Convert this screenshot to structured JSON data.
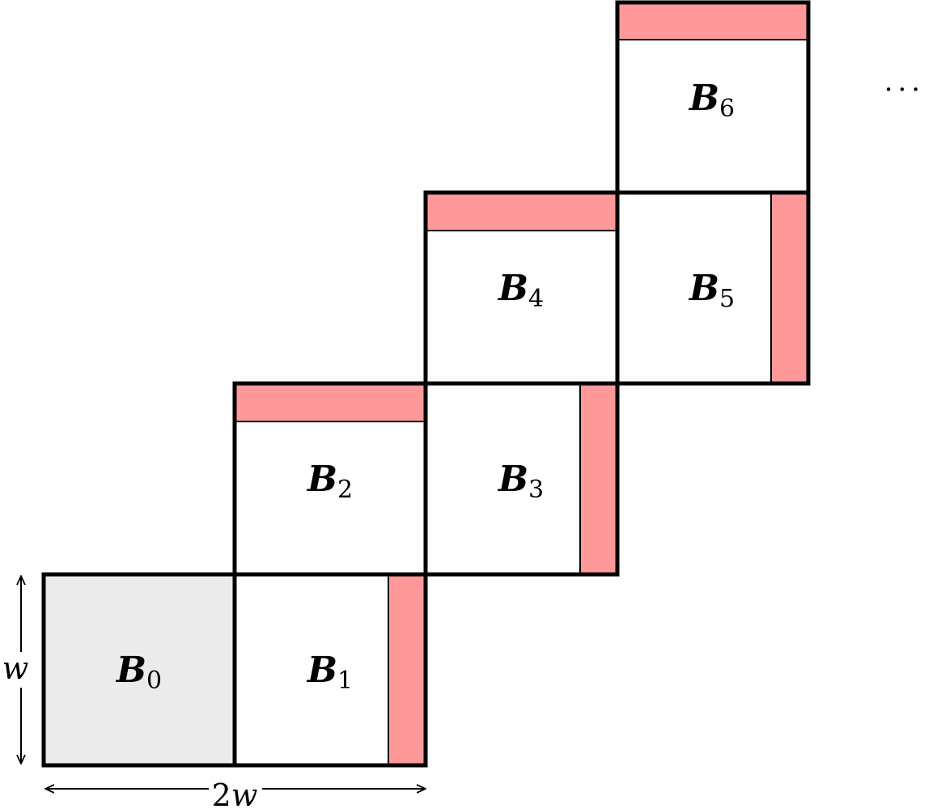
{
  "colors": {
    "background": "#ffffff",
    "outline": "#000000",
    "base_box_fill": "#ebebeb",
    "box_fill": "#ffffff",
    "strip_fill": "#ff9999"
  },
  "boxes": [
    {
      "name": "B",
      "sub": "0",
      "strip": "none"
    },
    {
      "name": "B",
      "sub": "1",
      "strip": "right"
    },
    {
      "name": "B",
      "sub": "2",
      "strip": "top"
    },
    {
      "name": "B",
      "sub": "3",
      "strip": "right"
    },
    {
      "name": "B",
      "sub": "4",
      "strip": "top"
    },
    {
      "name": "B",
      "sub": "5",
      "strip": "right"
    },
    {
      "name": "B",
      "sub": "6",
      "strip": "top"
    }
  ],
  "dimensions": {
    "height_label": "w",
    "width_label_number": "2",
    "width_label_var": "w"
  },
  "continuation": "···"
}
